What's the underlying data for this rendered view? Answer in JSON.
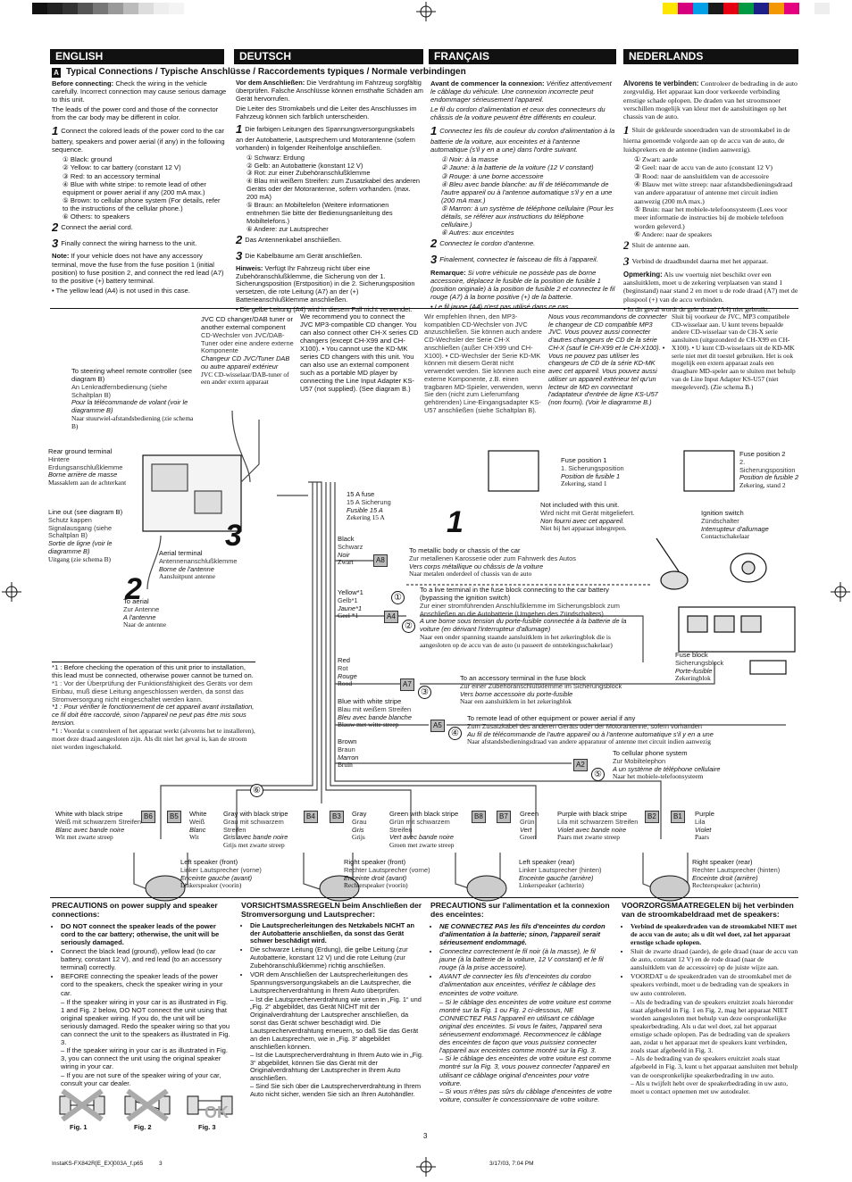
{
  "colors": {
    "black": "#111111",
    "tag_gray": "#bbbbbb",
    "wire": "#444444"
  },
  "headers": {
    "english": "ENGLISH",
    "deutsch": "DEUTSCH",
    "francais": "FRANÇAIS",
    "nederlands": "NEDERLANDS"
  },
  "section": {
    "marker": "A",
    "title": "Typical Connections / Typische Anschlüsse / Raccordements typiques / Normale verbindingen"
  },
  "en": {
    "before_lead": "Before connecting:",
    "before_text": "Check the wiring in the vehicle carefully. Incorrect connection may cause serious damage to this unit.",
    "leads_text": "The leads of the power cord and those of the connector from the car body may be different in color.",
    "step1": "Connect the colored leads of the power cord to the car battery, speakers and power aerial (if any) in the following sequence.",
    "items": [
      "① Black: ground",
      "② Yellow: to car battery (constant 12 V)",
      "③ Red: to an accessory terminal",
      "④ Blue with white stripe: to remote lead of other equipment or power aerial if any (200 mA max.)",
      "⑤ Brown: to cellular phone system (For details, refer to the instructions of the cellular phone.)",
      "⑥ Others: to speakers"
    ],
    "step2": "Connect the aerial cord.",
    "step3": "Finally connect the wiring harness to the unit.",
    "note_lead": "Note:",
    "note_text": "If your vehicle does not have any accessory terminal, move the fuse from the fuse position 1 (initial position) to fuse position 2, and connect the red lead (A7) to the positive (+) battery terminal.",
    "note_bullet": "• The yellow lead (A4) is not used in this case."
  },
  "de": {
    "before_lead": "Vor dem Anschließen:",
    "before_text": "Die Verdrahtung im Fahrzeug sorgfältig überprüfen. Falsche Anschlüsse können ernsthafte Schäden am Gerät hervorrufen.",
    "leads_text": "Die Leiter des Stromkabels und die Leiter des Anschlusses im Fahrzeug können sich farblich unterscheiden.",
    "step1": "Die farbigen Leitungen des Spannungsversorgungskabels an der Autobatterie, Lautsprechern und Motorantenne (sofern vorhanden) in folgender Reihenfolge anschließen.",
    "items": [
      "① Schwarz: Erdung",
      "② Gelb: an Autobatterie (konstant 12 V)",
      "③ Rot: zur einer Zubehöranschlußklemme",
      "④ Blau mit weißem Streifen: zum Zusatzkabel des anderen Geräts oder der Motorantenne, sofern vorhanden. (max. 200 mA)",
      "⑤ Braun: an Mobiltelefon (Weitere informationen entnehmen Sie bitte der Bedienungsanleitung des Mobiltelefons.)",
      "⑥ Andere: zur Lautsprecher"
    ],
    "step2": "Das Antennenkabel anschließen.",
    "step3": "Die Kabelbäume am Gerät anschließen.",
    "note_lead": "Hinweis:",
    "note_text": "Verfügt Ihr Fahrzeug nicht über eine Zubehöranschlußklemme, die Sicherung von der 1. Sicherungsposition (Erstposition) in die 2. Sicherungsposition versetzen, die rote Leitung (A7) an der (+) Batterieanschlußklemme anschließen.",
    "note_bullet": "• Die gelbe Leitung (A4) wird in diesem Fall nicht verwendet."
  },
  "fr": {
    "before_lead": "Avant de commencer la connexion:",
    "before_text": "Vérifiez attentivement le câblage du véhicule. Une connexion incorrecte peut endommager sérieusement l'appareil.",
    "leads_text": "Le fil du cordon d'alimentation et ceux des connecteurs du châssis de la voiture peuvent être différents en couleur.",
    "step1": "Connectez les fils de couleur du cordon d'alimentation à la batterie de la voiture, aux enceintes et à l'antenne automatique (s'il y en a une) dans l'ordre suivant.",
    "items": [
      "① Noir: à la masse",
      "② Jaune: à la batterie de la voiture (12 V constant)",
      "③ Rouge: à une borne accessoire",
      "④ Bleu avec bande blanche: au fil de télécommande de l'autre appareil ou à l'antenne automatique s'il y en a une (200 mA max.)",
      "⑤ Marron: à un système de téléphone cellulaire (Pour les détails, se référer aux instructions du téléphone cellulaire.)",
      "⑥ Autres: aux enceintes"
    ],
    "step2": "Connectez le cordon d'antenne.",
    "step3": "Finalement, connectez le faisceau de fils à l'appareil.",
    "note_lead": "Remarque:",
    "note_text": "Si votre véhicule ne possède pas de borne accessoire, déplacez le fusible de la position de fusible 1 (position originale) à la position de fusible 2 et connectez le fil rouge (A7) à la borne positive (+) de la batterie.",
    "note_bullet": "• Le fil jaune (A4) n'est pas utilisé dans ce cas."
  },
  "nl": {
    "before_lead": "Alvorens te verbinden:",
    "before_text": "Controleer de bedrading in de auto zorgvuldig. Het apparaat kan door verkeerde verbinding ernstige schade oplopen. De draden van het stroomsnoer verschillen mogelijk van kleur met de aansluitingen op het chassis van de auto.",
    "step1": "Sluit de gekleurde snoerdraden van de stroomkabel in de hierna genoemde volgorde aan op de accu van de auto, de luidsprekers en de antenne (indien aanwezig).",
    "items": [
      "① Zwart: aarde",
      "② Geel: naar de accu van de auto (constant 12 V)",
      "③ Rood: naar de aansluitklem van de accessoire",
      "④ Blauw met witte streep: naar afstandsbedieningsdraad van andere apparatuur of antenne met circuit indien aanwezig (200 mA max.)",
      "⑤ Bruin: naar het mobiele-telefoonsysteem (Lees voor meer informatie de instructies bij de mobiele telefoon worden geleverd.)",
      "⑥ Andere: naar de speakers"
    ],
    "step2": "Sluit de antenne aan.",
    "step3": "Verbind de draadbundel daarna met het apparaat.",
    "note_lead": "Opmerking:",
    "note_text": "Als uw voertuig niet beschikt over een aansluitklem, moet u de zekering verplaatsen van stand 1 (beginstand) naar stand 2 en moet u de rode draad (A7) met de pluspool (+) van de accu verbinden.",
    "note_bullet": "• In dit geval wordt de gele draad (A4) niet gebruikt."
  },
  "diagram": {
    "jvc_cd": [
      "JVC CD changer/DAB tuner or another external component",
      "CD-Wechsler von JVC/DAB-Tuner oder eine andere externe Komponente",
      "Changeur CD JVC/Tuner DAB ou autre appareil extérieur",
      "JVC CD-wisselaar/DAB-tuner of een ander extern apparaat"
    ],
    "recommend_en": "We recommend you to connect the JVC MP3-compatible CD changer. You can also connect other CH-X series CD changers (except CH-X99 and CH-X100). • You cannot use the KD-MK series CD changers with this unit. You can also use an external component such as a portable MD player by connecting the Line Input Adapter KS-U57 (not supplied). (See diagram B.)",
    "recommend_de": "Wir empfehlen Ihnen, den MP3-kompatiblen CD-Wechsler von JVC anzuschließen. Sie können auch andere CD-Wechsler der Serie CH-X anschließen (außer CH-X99 und CH-X100). • CD-Wechsler der Serie KD-MK können mit diesem Gerät nicht verwendet werden. Sie können auch eine externe Komponente, z.B. einen tragbaren MD-Spieler, verwenden, wenn Sie den (nicht zum Lieferumfang gehörenden) Line-Eingangsadapter KS-U57 anschließen (siehe Schaltplan B).",
    "recommend_fr": "Nous vous recommandons de connecter le changeur de CD compatible MP3 JVC. Vous pouvez aussi connecter d'autres changeurs de CD de la série CH-X (sauf le CH-X99 et le CH-X100). • Vous ne pouvez pas utiliser les changeurs de CD de la série KD-MK avec cet appareil. Vous pouvez aussi utiliser un appareil extérieur tel qu'un lecteur de MD en connectant l'adaptateur d'entrée de ligne KS-U57 (non fourni). (Voir le diagramme B.)",
    "recommend_nl": "Sluit bij voorkeur de JVC, MP3 compatibele CD-wisselaar aan. U kunt tevens bepaalde andere CD-wisselaar van de CH-X serie aansluiten (uitgezonderd de CH-X99 en CH-X100). • U kunt CD-wisselaars uit de KD-MK serie niet met dit toestel gebruiken. Het is ook mogelijk een extern apparaat zoals een draagbare MD-speler aan te sluiten met behulp van de Line Input Adapter KS-U57 (niet meegeleverd). (Zie schema B.)",
    "steering": [
      "To steering wheel remote controller (see diagram B)",
      "An Lenkradfernbedienung (siehe Schaltplan B)",
      "Pour la télécommande de volant (voir le diagramme B)",
      "Naar stuurwiel-afstandsbediening (zie schema B)"
    ],
    "rear_ground": [
      "Rear ground terminal",
      "Hintere Erdungsanschlußklemme",
      "Borne arrière de masse",
      "Massaklem aan de achterkant"
    ],
    "line_out": [
      "Line out (see diagram B)",
      "Schutz kappen Signalausgang (siehe Schaltplan B)",
      "Sortie de ligne (voir le diagramme B)",
      "Uitgang (zie schema B)"
    ],
    "aerial_terminal": [
      "Aerial terminal",
      "Antennenanschlußklemme",
      "Borne de l'antenne",
      "Aansluitpunt antenne"
    ],
    "to_aerial": [
      "To aerial",
      "Zur Antenne",
      "A l'antenne",
      "Naar de antenne"
    ],
    "fuse_15": [
      "15 A fuse",
      "15 A Sicherung",
      "Fusible 15 A",
      "Zekering 15 A"
    ],
    "fuse_pos1": [
      "Fuse position 1",
      "1. Sicherungsposition",
      "Position de fusible 1",
      "Zekering, stand 1"
    ],
    "fuse_pos2": [
      "Fuse position 2",
      "2. Sicherungsposition",
      "Position de fusible 2",
      "Zekering, stand 2"
    ],
    "not_included": [
      "Not included with this unit.",
      "Wird nicht mit Gerät mitgeliefert.",
      "Non fourni avec cet appareil.",
      "Niet bij het apparaat inbegrepen."
    ],
    "ignition": [
      "Ignition switch",
      "Zündschalter",
      "Interrupteur d'allumage",
      "Contactschakelaar"
    ],
    "black": [
      "Black",
      "Schwarz",
      "Noir",
      "Zwart"
    ],
    "metal": [
      "To metallic body or chassis of the car",
      "Zur metallenen Karosserie oder zum Fahrwerk des Autos",
      "Vers corps métallique ou châssis de la voiture",
      "Naar metalen onderdeel of chassis van de auto"
    ],
    "yellow": [
      "Yellow*1",
      "Gelb*1",
      "Jaune*1",
      "Geel *1"
    ],
    "live": [
      "To a live terminal in the fuse block connecting to the car battery (bypassing the ignition switch)",
      "Zur einer stromführenden Anschlußklemme im Sicherungsblock zum Anschließen an die Autobatterie (Umgehen des Zündschalters)",
      "A une borne sous tension du porte-fusible connectée à la batterie de la voiture (en dérivant l'interrupteur d'allumage)",
      "Naar een onder spanning staande aansluitklem in het zekeringblok die is aangesloten op de accu van de auto (u passeert de ontstekingsschakelaar)"
    ],
    "fuse_block": [
      "Fuse block",
      "Sicherungsblock",
      "Porte-fusible",
      "Zekeringblok"
    ],
    "red": [
      "Red",
      "Rot",
      "Rouge",
      "Rood"
    ],
    "accessory": [
      "To an accessory terminal in the fuse block",
      "Zur einer Zubehöranschlußklemme im Sicherungsblock",
      "Vers borne accessoire du porte-fusible",
      "Naar een aansluitklem in het zekeringblok"
    ],
    "bluewhite": [
      "Blue with white stripe",
      "Blau mit weißem Streifen",
      "Bleu avec bande blanche",
      "Blauw met witte streep"
    ],
    "remote": [
      "To remote lead of other equipment or power aerial if any",
      "Zum Zusatzkabel des anderen Geräts oder der Motorantenne, sofern vorhanden",
      "Au fil de télécommande de l'autre appareil ou à l'antenne automatique s'il y en a une",
      "Naar afstandsbedieningsdraad van andere apparatuur of antenne met circuit indien aanwezig"
    ],
    "brown": [
      "Brown",
      "Braun",
      "Marron",
      "Bruin"
    ],
    "cellular": [
      "To cellular phone system",
      "Zur Mobiltelephon",
      "A un système de téléphone cellulaire",
      "Naar het mobiele-telefoonsysteem"
    ],
    "footnote": [
      "*1 : Before checking the operation of this unit prior to installation, this lead must be connected, otherwise power cannot be turned on.",
      "*1 : Vor der Überprüfung der Funktionsfähigkeit des Geräts vor dem Einbau, muß diese Leitung angeschlossen werden, da sonst das Stromversorgung nicht eingeschaltet werden kann.",
      "*1 : Pour vérifier le fonctionnement de cet appareil avant installation, ce fil doit être raccordé, sinon l'appareil ne peut pas être mis sous tension.",
      "*1 : Voordat u controleert of het apparaat werkt (alvorens het te installeren), moet deze draad aangesloten zijn. Als dit niet het geval is, kan de stroom niet worden ingeschakeld."
    ],
    "tags": {
      "a8": "A8",
      "a4": "A4",
      "a7": "A7",
      "a5": "A5",
      "a2": "A2",
      "b6": "B6",
      "b5": "B5",
      "b4": "B4",
      "b3": "B3",
      "b8": "B8",
      "b7": "B7",
      "b2": "B2",
      "b1": "B1"
    },
    "circ": {
      "c1": "①",
      "c2": "②",
      "c3": "③",
      "c4": "④",
      "c5": "⑤",
      "c6": "⑥"
    },
    "fignum": {
      "f1": "1",
      "f2": "2",
      "f3": "3"
    },
    "wires": {
      "white_black": [
        "White with black stripe",
        "Weiß mit schwarzem Streifen",
        "Blanc avec bande noire",
        "Wit met zwarte streep"
      ],
      "white": [
        "White",
        "Weiß",
        "Blanc",
        "Wit"
      ],
      "gray_black": [
        "Gray with black stripe",
        "Grau mit schwarzem Streifen",
        "Gris avec bande noire",
        "Grijs met zwarte streep"
      ],
      "gray": [
        "Gray",
        "Grau",
        "Gris",
        "Grijs"
      ],
      "green_black": [
        "Green with black stripe",
        "Grün mit schwarzem Streifen",
        "Vert avec bande noire",
        "Groen met zwarte streep"
      ],
      "green": [
        "Green",
        "Grün",
        "Vert",
        "Groen"
      ],
      "purple_black": [
        "Purple with black stripe",
        "Lila mit schwarzem Streifen",
        "Violet avec bande noire",
        "Paars met zwarte streep"
      ],
      "purple": [
        "Purple",
        "Lila",
        "Violet",
        "Paars"
      ]
    },
    "speakers": {
      "lf": [
        "Left speaker (front)",
        "Linker Lautsprecher (vorne)",
        "Enceinte gauche (avant)",
        "Linkerspeaker (voorin)"
      ],
      "rf": [
        "Right speaker (front)",
        "Rechter Lautsprecher (vorne)",
        "Enceinte droit (avant)",
        "Rechterspeaker (voorin)"
      ],
      "lr": [
        "Left speaker (rear)",
        "Linker Lautsprecher (hinten)",
        "Enceinte gauche (arrière)",
        "Linkerspeaker (achterin)"
      ],
      "rr": [
        "Right speaker (rear)",
        "Rechter Lautsprecher (hinten)",
        "Enceinte droit (arrière)",
        "Rechterspeaker (achterin)"
      ]
    }
  },
  "precautions": {
    "en_title": "PRECAUTIONS on power supply and speaker connections:",
    "en_items": [
      "DO NOT connect the speaker leads of the power cord to the car battery; otherwise, the unit will be seriously damaged.",
      "Connect the black lead (ground), yellow lead (to car battery, constant 12 V), and red lead (to an accessory terminal) correctly.",
      "BEFORE connecting the speaker leads of the power cord to the speakers, check the speaker wiring in your car.",
      "– If the speaker wiring in your car is as illustrated in Fig. 1 and Fig. 2 below, DO NOT connect the unit using that original speaker wiring. If you do, the unit will be seriously damaged. Redo the speaker wiring so that you can connect the unit to the speakers as illustrated in Fig. 3.",
      "– If the speaker wiring in your car is as illustrated in Fig. 3, you can connect the unit using the original speaker wiring in your car.",
      "– If you are not sure of the speaker wiring of your car, consult your car dealer."
    ],
    "de_title": "VORSICHTSMASSREGELN beim Anschließen der Stromversorgung und Lautsprecher:",
    "de_items": [
      "Die Lautsprecherleitungen des Netzkabels NICHT an der Autobatterie anschließen, da sonst das Gerät schwer beschädigt wird.",
      "Die schwarze Leitung (Erdung), die gelbe Leitung (zur Autobatterie, konstant 12 V) und die rote Leitung (zur Zubehöranschlußklemme) richtig anschließen.",
      "VOR dem Anschließen der Lautsprecherleitungen des Spannungsversorgungskabels an die Lautsprecher, die Lautsprecherverdrahtung in Ihrem Auto überprüfen.",
      "– Ist die Lautsprecherverdrahtung wie unten in „Fig. 1“ und „Fig. 2“ abgebildet, das Gerät NICHT mit der Originalverdrahtung der Lautsprecher anschließen, da sonst das Gerät schwer beschädigt wird. Die Lautsprecherverdrahtung erneuern, so daß Sie das Gerät an den Lautsprechern, wie in „Fig. 3“ abgebildet anschließen können.",
      "– Ist die Lautsprecherverdrahtung in Ihrem Auto wie in „Fig. 3“ abgebildet, können Sie das Gerät mit der Originalverdrahtung der Lautsprecher in Ihrem Auto anschließen.",
      "– Sind Sie sich über die Lautsprecherverdrahtung in Ihrem Auto nicht sicher, wenden Sie sich an Ihren Autohändler."
    ],
    "fr_title": "PRECAUTIONS sur l'alimentation et la connexion des enceintes:",
    "fr_items": [
      "NE CONNECTEZ PAS les fils d'enceintes du cordon d'alimentation à la batterie; sinon, l'appareil serait sérieusement endommagé.",
      "Connectez correctement le fil noir (à la masse), le fil jaune (à la batterie de la voiture, 12 V constant) et le fil rouge (à la prise accessoire).",
      "AVANT de connecter les fils d'enceintes du cordon d'alimentation aux enceintes, vérifiez le câblage des enceintes de votre voiture.",
      "– Si le câblage des enceintes de votre voiture est comme montré sur la Fig. 1 ou Fig. 2 ci-dessous, NE CONNECTEZ PAS l'appareil en utilisant ce câblage original des enceintes. Si vous le faites, l'appareil sera sérieusement endommagé. Recommencez le câblage des enceintes de façon que vous puissiez connecter l'appareil aux enceintes comme montré sur la Fig. 3.",
      "– Si le câblage des enceintes de votre voiture est comme montré sur la Fig. 3, vous pouvez connecter l'appareil en utilisant ce câblage original d'enceintes pour votre voiture.",
      "– Si vous n'êtes pas sûrs du câblage d'enceintes de votre voiture, consulter le concessionnaire de votre voiture."
    ],
    "nl_title": "VOORZORGSMAATREGELEN bij het verbinden van de stroomkabeldraad met de speakers:",
    "nl_items": [
      "Verbind de speakerdraden van de stroomkabel NIET met de accu van de auto; als u dit wel doet, zal het apparaat ernstige schade oplopen.",
      "Sluit de zwarte draad (aarde), de gele draad (naar de accu van de auto, constant 12 V) en de rode draad (naar de aansluitklem van de accessoire) op de juiste wijze aan.",
      "VOORDAT u de speakerdraden van de stroomkabel met de speakers verbindt, moet u de bedrading van de speakers in uw auto controleren.",
      "– Als de bedrading van de speakers eruitziet zoals hieronder staat afgebeeld in Fig. 1 en Fig. 2, mag het apparaat NIET worden aangesloten met behulp van deze oorspronkelijke speakerbedrading. Als u dat wel doet, zal het apparaat ernstige schade oplopen. Pas de bedrading van de speakers aan, zodat u het apparaat met de speakers kunt verbinden, zoals staat afgebeeld in Fig. 3.",
      "– Als de bedrading van de speakers eruitziet zoals staat afgebeeld in Fig. 3, kunt u het apparaat aansluiten met behulp van de oorspronkelijke speakerbedrading in uw auto.",
      "– Als u twijfelt hebt over de speakerbedrading in uw auto, moet u contact opnemen met uw autodealer."
    ],
    "figs": [
      "Fig. 1",
      "Fig. 2",
      "Fig. 3"
    ]
  },
  "footer": {
    "page_number": "3",
    "file": "InstaKS-FX842R[E_EX]003A_f.p65",
    "file_page": "3",
    "date": "3/17/03, 7:04 PM"
  }
}
